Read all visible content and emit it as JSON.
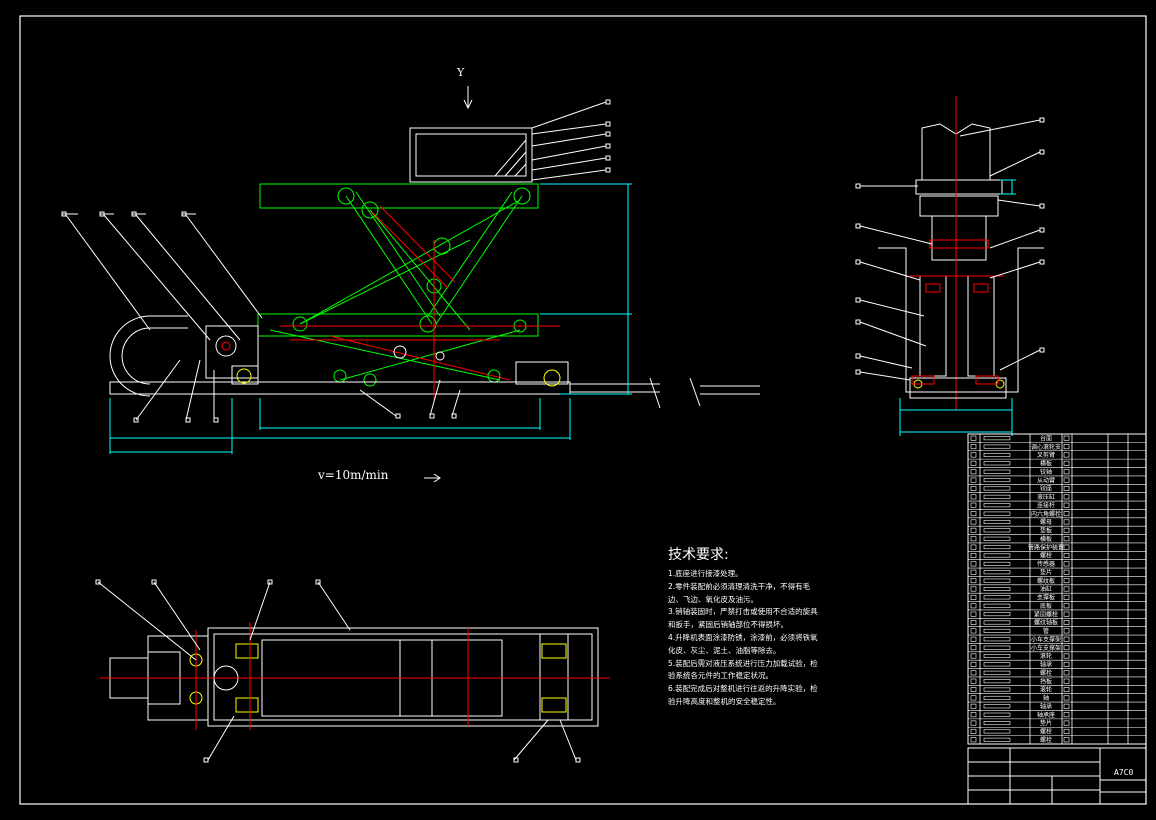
{
  "view_label": "Y",
  "speed_label": "v=10m/min",
  "notes": {
    "title": "技术要求:",
    "items": [
      "1.底座进行接漆处理。",
      "2.零件装配前必须清理清洗干净，不得有毛",
      "边、飞边、氧化皮及油污。",
      "3.销轴装固时，严禁打击或使用不合适的旋具",
      "和扳手，紧固后销轴部位不得损坏。",
      "4.升降机表面涂漆防锈，涂漆前，必须将铁氧",
      "化皮、灰尘、泥土、油脂等除去。",
      "5.装配后需对液压系统进行压力加载试验，检",
      "验系统各元件的工作稳定状况。",
      "6.装配完成后对整机进行往返的升降实验，检",
      "验升降高度和整机的安全稳定性。"
    ]
  },
  "bom": {
    "rows": [
      "台面",
      "调心滚轮支",
      "叉剪臂",
      "横板",
      "铰轴",
      "从动臂",
      "铰座",
      "液压缸",
      "连接杆",
      "内六角螺栓",
      "螺母",
      "垫板",
      "横板",
      "管路保护装置",
      "螺栓",
      "传感器",
      "垫片",
      "螺纹板",
      "油缸",
      "支撑板",
      "底板",
      "紧固螺栓",
      "螺纹轴板",
      "管",
      "小车支撑架",
      "小车支撑架",
      "滚轮",
      "轴承",
      "螺栓",
      "挡板",
      "滚轮",
      "轴",
      "轴承",
      "轴承座",
      "垫片",
      "螺栓",
      "螺栓"
    ],
    "title_block_code": "A7C0"
  },
  "colors": {
    "background": "#000000",
    "frame": "#ffffff",
    "linkage": "#00ff00",
    "centerline": "#ff0000",
    "dimension": "#00ffff",
    "accent": "#ffff00"
  }
}
